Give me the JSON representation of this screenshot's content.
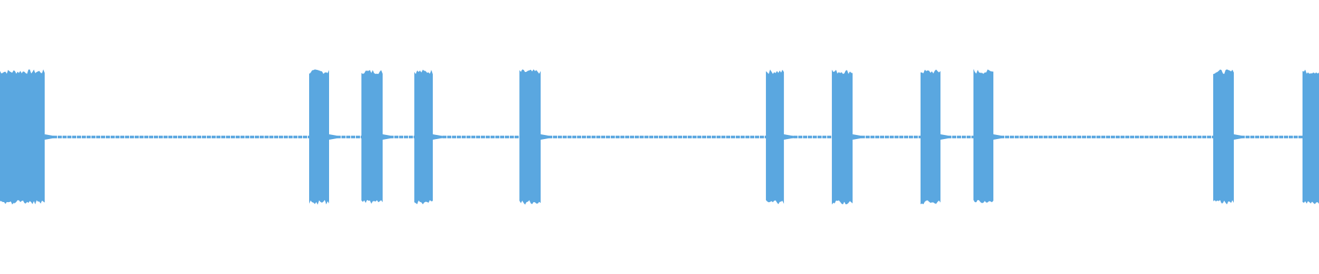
{
  "waveform": {
    "color": "#5aa7e0",
    "background": "#ffffff",
    "duration_fraction_ranges": [
      [
        0.0,
        0.0339
      ],
      [
        0.2344,
        0.2495
      ],
      [
        0.274,
        0.2901
      ],
      [
        0.3141,
        0.3281
      ],
      [
        0.3938,
        0.4099
      ],
      [
        0.5807,
        0.5943
      ],
      [
        0.6307,
        0.6464
      ],
      [
        0.6979,
        0.713
      ],
      [
        0.738,
        0.7531
      ],
      [
        0.9198,
        0.9354
      ],
      [
        0.9875,
        1.0
      ]
    ],
    "burst_amplitude": 0.52,
    "silence_amplitude": 0.01
  }
}
